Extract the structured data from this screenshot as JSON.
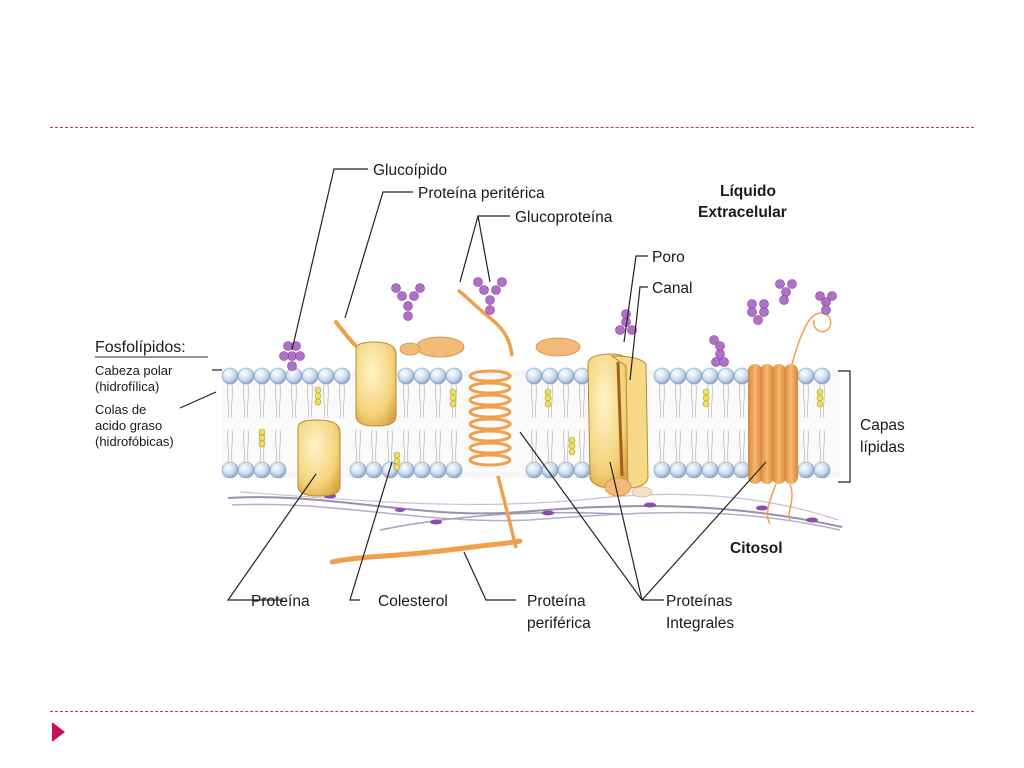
{
  "diagram": {
    "labels": {
      "glucolipido": "Glucoípido",
      "proteina_periferica_top": "Proteína peritérica",
      "glucoproteina": "Glucoproteína",
      "liquido": "Líquido",
      "extracelular": "Extracelular",
      "poro": "Poro",
      "canal": "Canal",
      "fosfolipidos": "Fosfolípidos:",
      "cabeza_polar": "Cabeza polar",
      "hidrofilica": "(hidrofílica)",
      "colas_de": "Colas de",
      "acido_graso": "acido graso",
      "hidrofobicas": "(hidrofóbicas)",
      "capas": "Capas",
      "lipidas": "lípidas",
      "citosol": "Citosol",
      "proteina": "Proteína",
      "colesterol": "Colesterol",
      "proteina_bottom_1": "Proteína",
      "periferica_bottom_2": "periférica",
      "proteinas": "Proteínas",
      "integrales": "Integrales"
    }
  },
  "colors": {
    "slide_rule": "#c8306a",
    "slide_arrow": "#c8105a",
    "phospholipid_head": "#c8dcf0",
    "protein_fill": "#f4d27a",
    "protein_orange": "#f0a04a",
    "sugar_purple": "#b070c8",
    "cholesterol_yellow": "#f0e060"
  }
}
